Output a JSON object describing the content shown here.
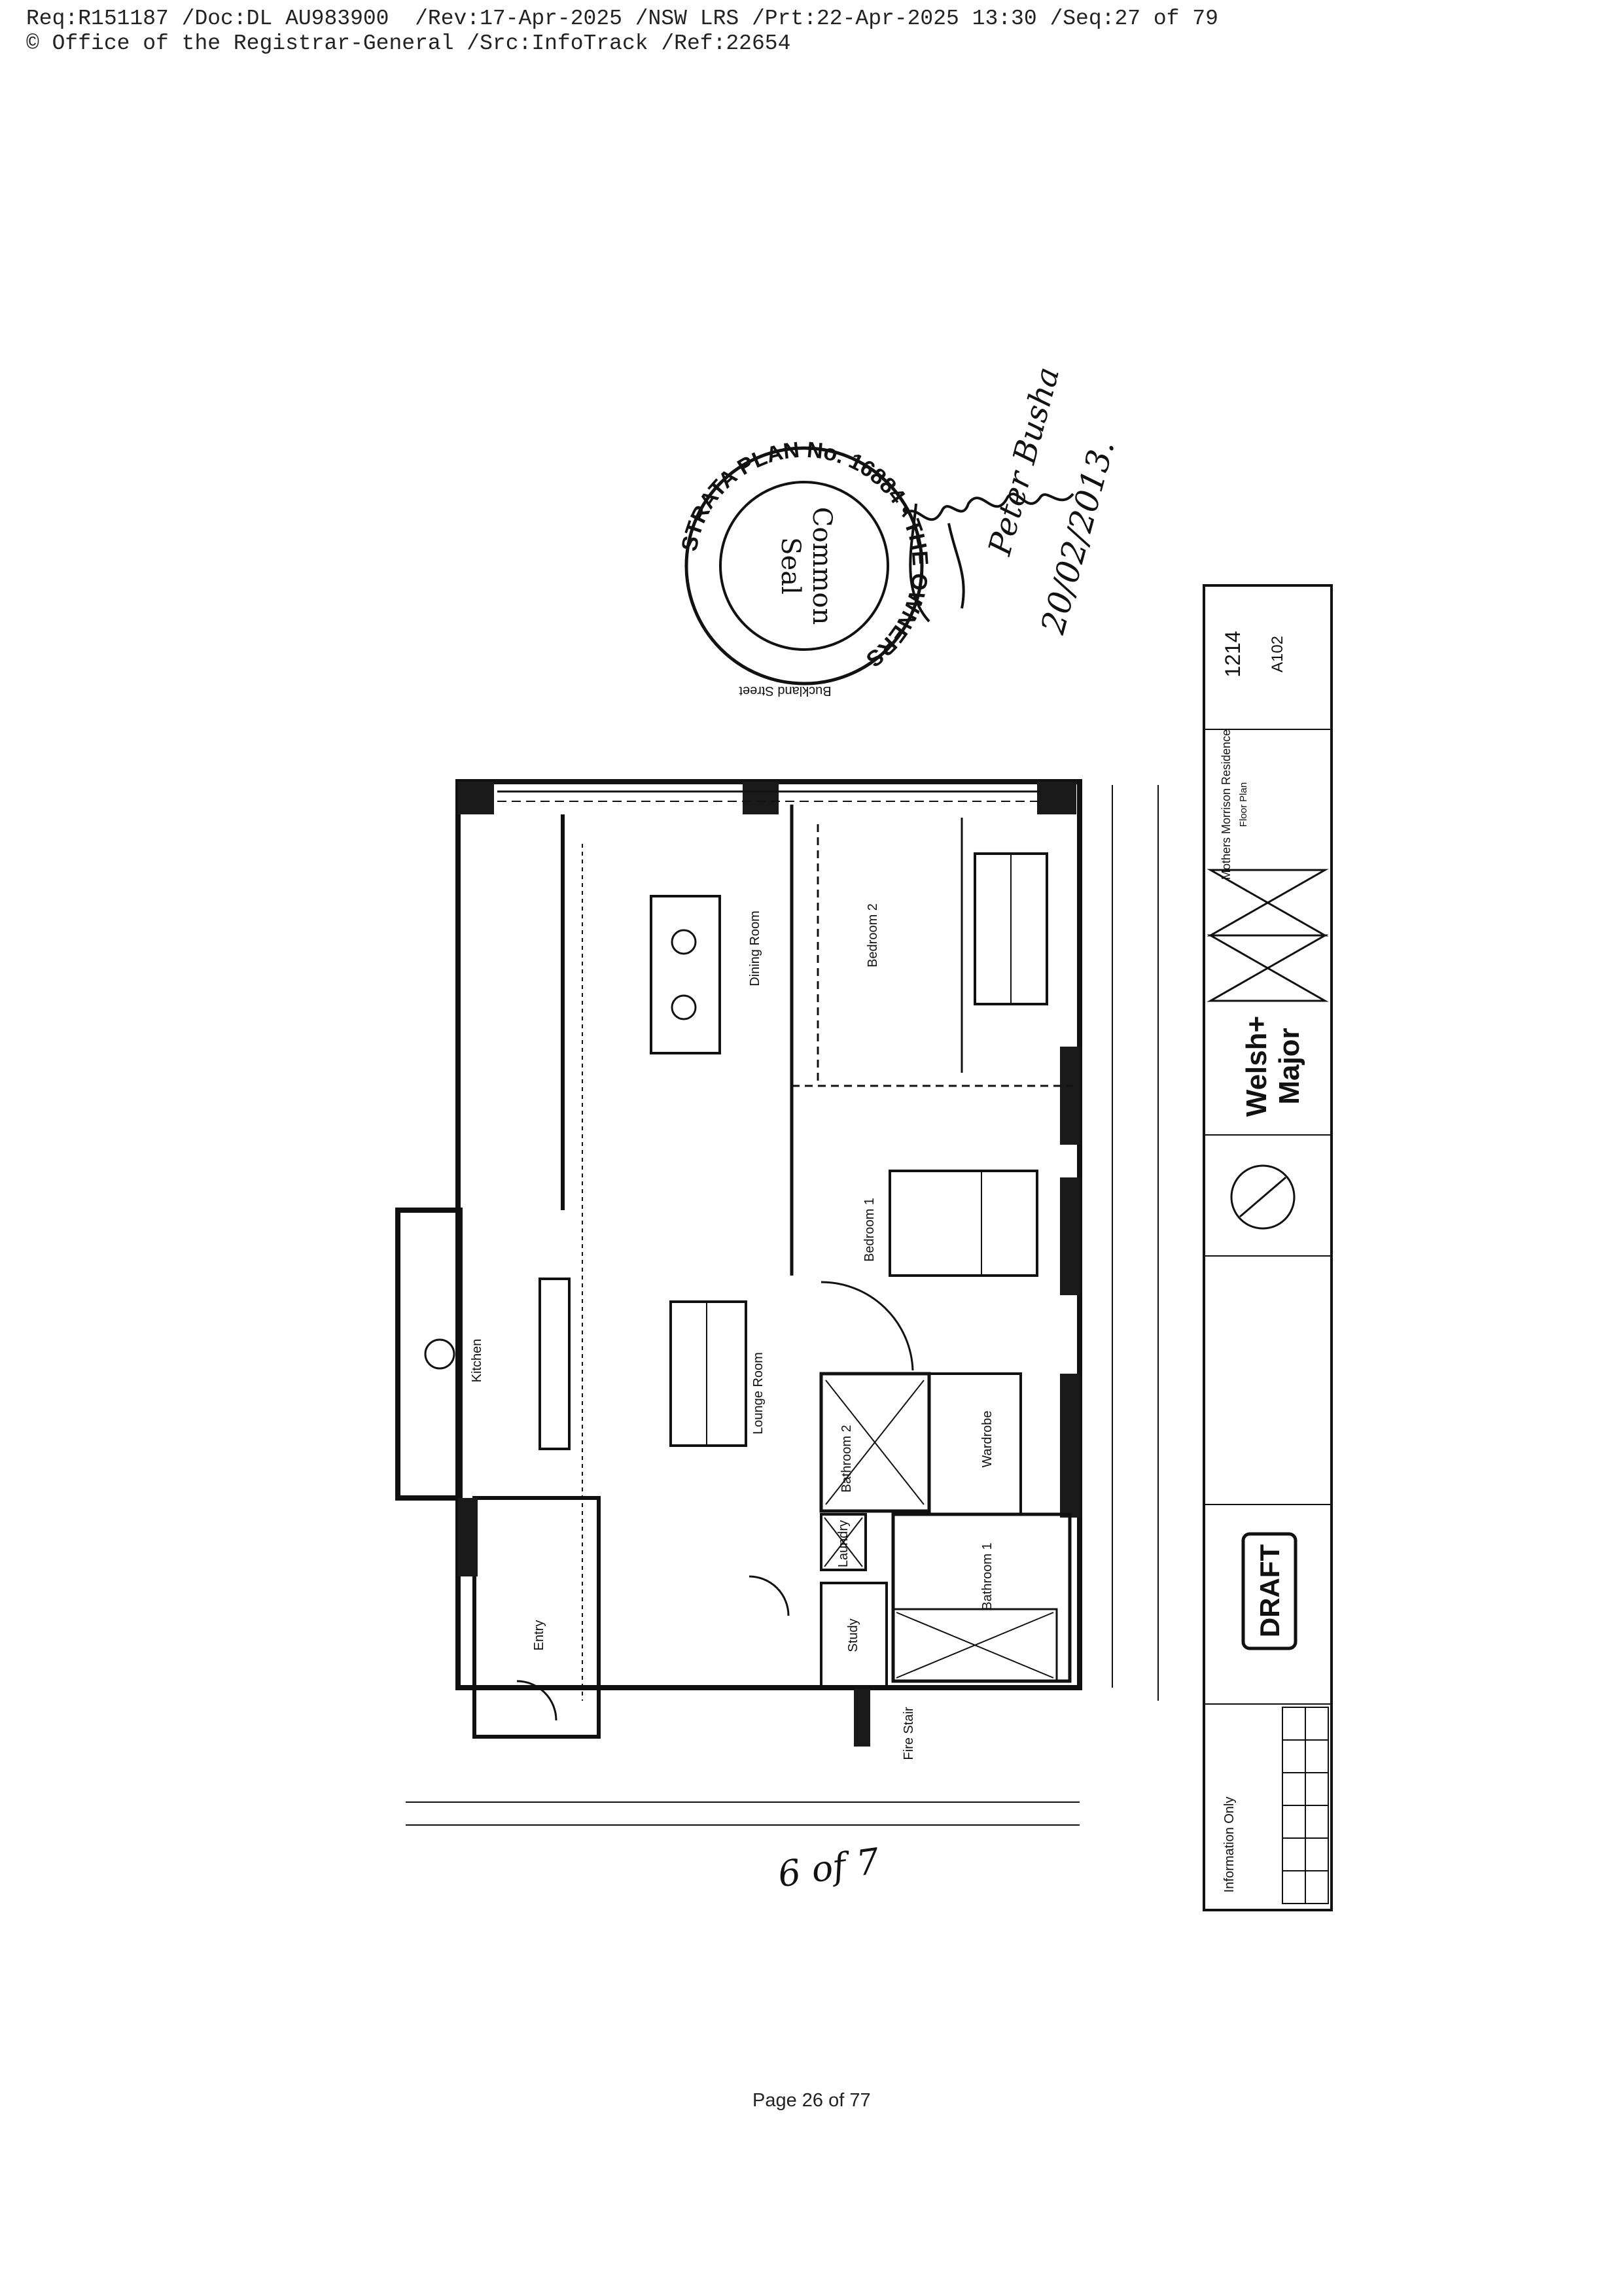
{
  "header": {
    "line1": "Req:R151187 /Doc:DL AU983900  /Rev:17-Apr-2025 /NSW LRS /Prt:22-Apr-2025 13:30 /Seq:27 of 79",
    "line2": "© Office of the Registrar-General /Src:InfoTrack /Ref:22654"
  },
  "seal": {
    "outer_text": "STRATA PLAN No. 16884 • THE OWNERS",
    "inner_line1": "Common",
    "inner_line2": "Seal"
  },
  "signature": {
    "name": "Peter Busha",
    "date": "20/02/2013."
  },
  "plan": {
    "street_label": "Buckland Street",
    "rooms": {
      "dining": "Dining Room",
      "bedroom2": "Bedroom 2",
      "bedroom1": "Bedroom 1",
      "kitchen": "Kitchen",
      "lounge": "Lounge Room",
      "bathroom2": "Bathroom 2",
      "wardrobe": "Wardrobe",
      "laundry": "Laundry",
      "bathroom1": "Bathroom 1",
      "entry": "Entry",
      "study": "Study",
      "fire_stair": "Fire Stair"
    }
  },
  "title_block": {
    "project": "Mothers Morrison Residence",
    "drawing": "Floor Plan",
    "project_no": "1214",
    "drawing_no": "A102",
    "firm_line1": "Welsh+",
    "firm_line2": "Major",
    "stamp": "DRAFT",
    "note": "Information Only"
  },
  "handwritten_sheet": "6 of 7",
  "footer": {
    "page": "Page 26 of 77"
  },
  "colors": {
    "ink": "#111111",
    "wall_fill": "#1a1a1a"
  }
}
